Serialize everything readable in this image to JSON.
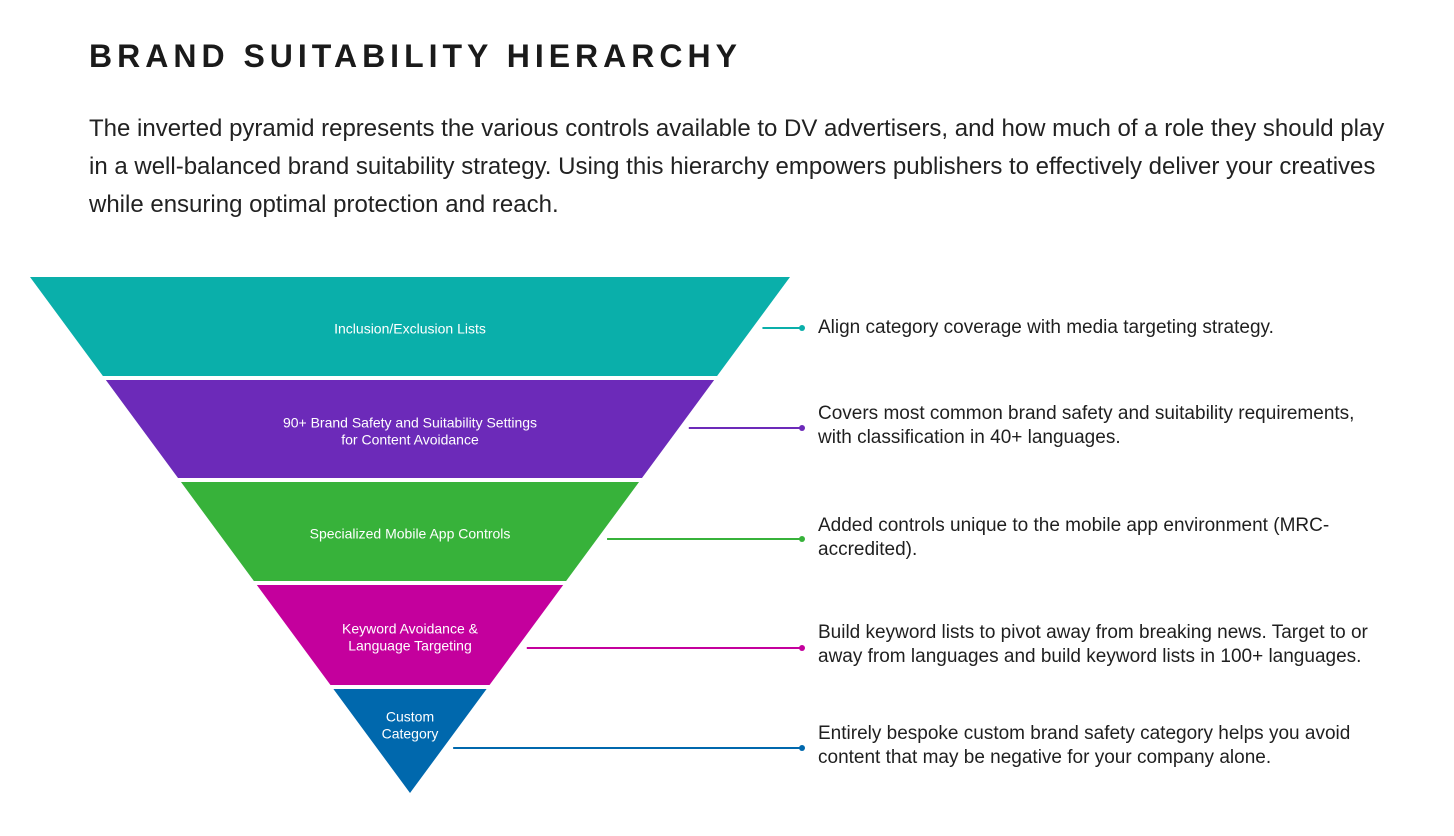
{
  "title": "BRAND SUITABILITY HIERARCHY",
  "intro": "The inverted pyramid represents the various controls available to DV advertisers, and how much of a role they should play in a well-balanced brand suitability strategy. Using this hierarchy empowers publishers to effectively deliver your creatives while ensuring optimal protection and reach.",
  "tiers": [
    {
      "label_lines": [
        "Inclusion/Exclusion Lists"
      ],
      "color": "#0aafaa",
      "description_lines": [
        "Align category coverage with media targeting strategy."
      ]
    },
    {
      "label_lines": [
        "90+ Brand Safety and Suitability Settings",
        "for Content Avoidance"
      ],
      "color": "#6c2ab9",
      "description_lines": [
        "Covers most common brand safety and suitability requirements,",
        "with classification in 40+ languages."
      ]
    },
    {
      "label_lines": [
        "Specialized Mobile App Controls"
      ],
      "color": "#37b23a",
      "description_lines": [
        "Added controls unique to the mobile app environment (MRC-",
        "accredited)."
      ]
    },
    {
      "label_lines": [
        "Keyword Avoidance &",
        "Language Targeting"
      ],
      "color": "#c4009d",
      "description_lines": [
        "Build keyword lists to pivot away from breaking news. Target to or",
        "away from languages and build keyword lists in 100+ languages."
      ]
    },
    {
      "label_lines": [
        "Custom",
        "Category"
      ],
      "color": "#0068ad",
      "description_lines": [
        "Entirely bespoke custom brand safety category helps you avoid",
        "content that may be negative for your company alone."
      ]
    }
  ]
}
